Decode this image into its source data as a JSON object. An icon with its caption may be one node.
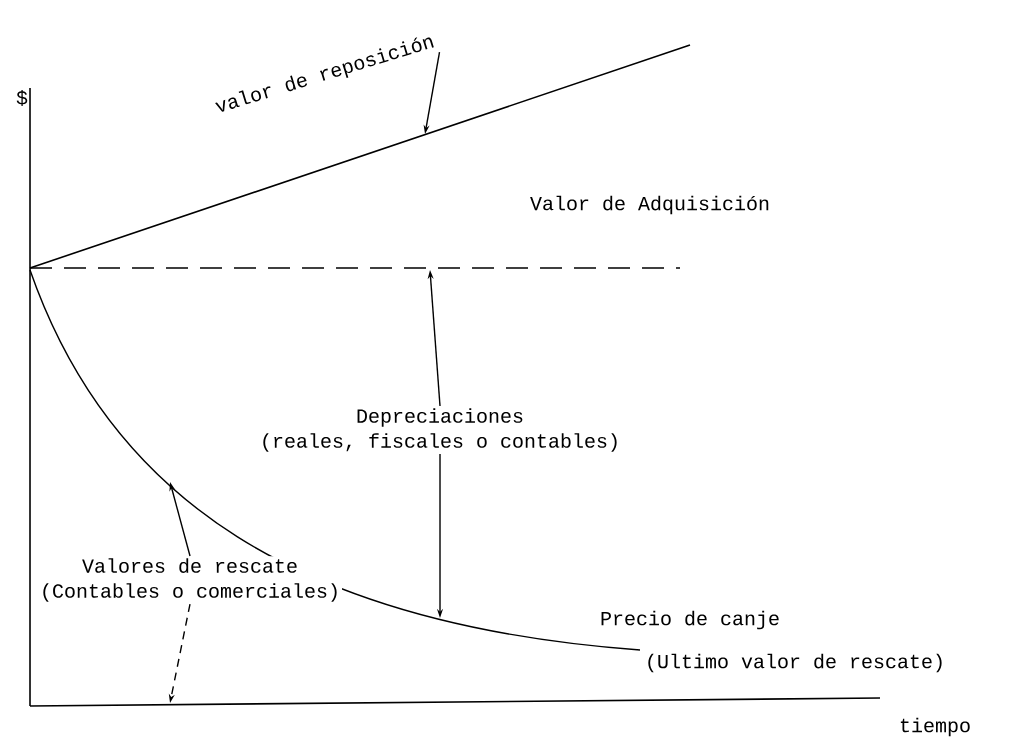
{
  "diagram": {
    "nodes": [
      {
        "text": [
          "valor de reposición"
        ]
      },
      {
        "text": [
          "Depreciaciones",
          "(reales, fiscales o contables)"
        ]
      },
      {
        "text": [
          "Valores de rescate",
          "(Contables o comerciales)"
        ]
      }
    ],
    "edges": [
      {
        "from": 0,
        "to": null,
        "arrow": "to"
      },
      {
        "from": 1,
        "to": null,
        "arrow": "to"
      },
      {
        "from": 1,
        "to": null,
        "arrow": "to"
      },
      {
        "from": 2,
        "to": null,
        "arrow": "to"
      },
      {
        "from": 2,
        "to": null,
        "arrow": "to",
        "style": "dashed"
      }
    ],
    "labels": [
      "$",
      "Valor de Adquisición",
      "Precio de canje",
      "(Ultimo valor de rescate)",
      "tiempo"
    ]
  }
}
